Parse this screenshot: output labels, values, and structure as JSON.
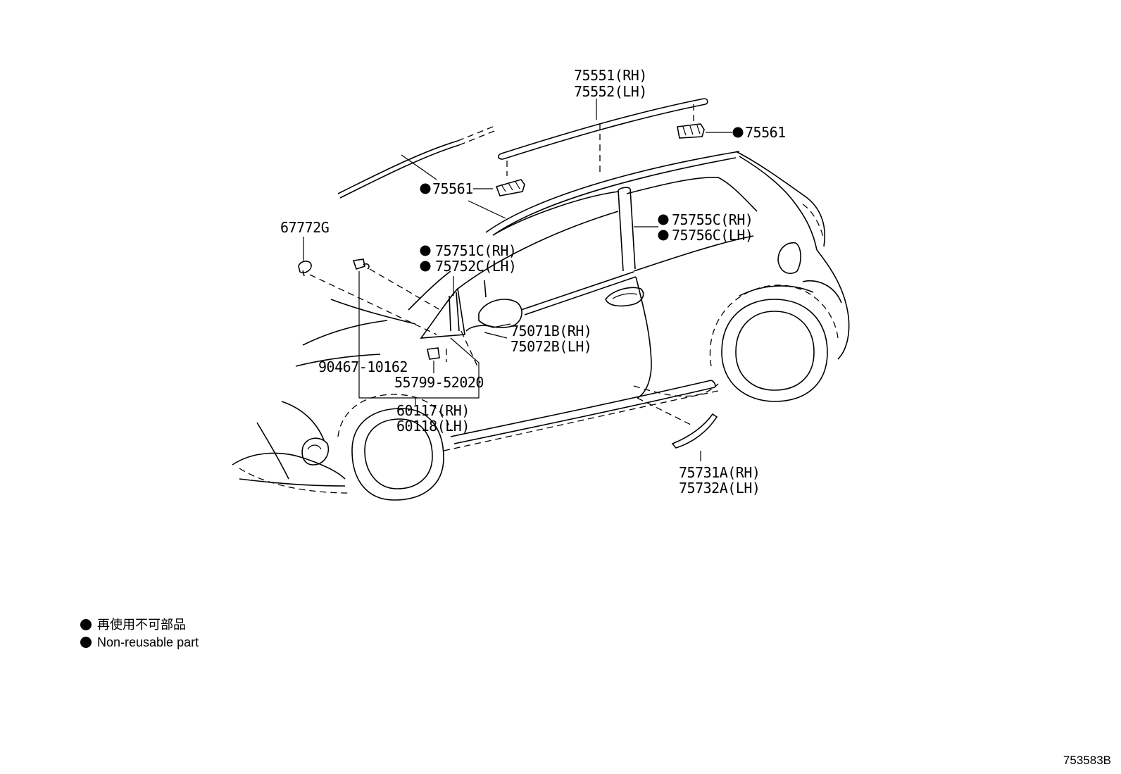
{
  "callouts": [
    {
      "id": "c1",
      "lines": [
        "75551(RH)",
        "75552(LH)"
      ],
      "bullet": false
    },
    {
      "id": "c2",
      "lines": [
        "75561"
      ],
      "bullet": true
    },
    {
      "id": "c3",
      "lines": [
        "75561"
      ],
      "bullet": true
    },
    {
      "id": "c4",
      "lines": [
        "67772G"
      ],
      "bullet": false
    },
    {
      "id": "c5",
      "lines": [
        "75751C(RH)",
        "75752C(LH)"
      ],
      "bullet": true
    },
    {
      "id": "c6",
      "lines": [
        "75755C(RH)",
        "75756C(LH)"
      ],
      "bullet": true
    },
    {
      "id": "c7",
      "lines": [
        "75071B(RH)",
        "75072B(LH)"
      ],
      "bullet": false
    },
    {
      "id": "c8",
      "lines": [
        "90467-10162"
      ],
      "bullet": false
    },
    {
      "id": "c9",
      "lines": [
        "55799-52020"
      ],
      "bullet": false
    },
    {
      "id": "c10",
      "lines": [
        "60117(RH)",
        "60118(LH)"
      ],
      "bullet": false
    },
    {
      "id": "c11",
      "lines": [
        "75731A(RH)",
        "75732A(LH)"
      ],
      "bullet": false
    }
  ],
  "legend": {
    "japanese": "再使用不可部品",
    "english": "Non-reusable part"
  },
  "diagram_id": "753583B"
}
